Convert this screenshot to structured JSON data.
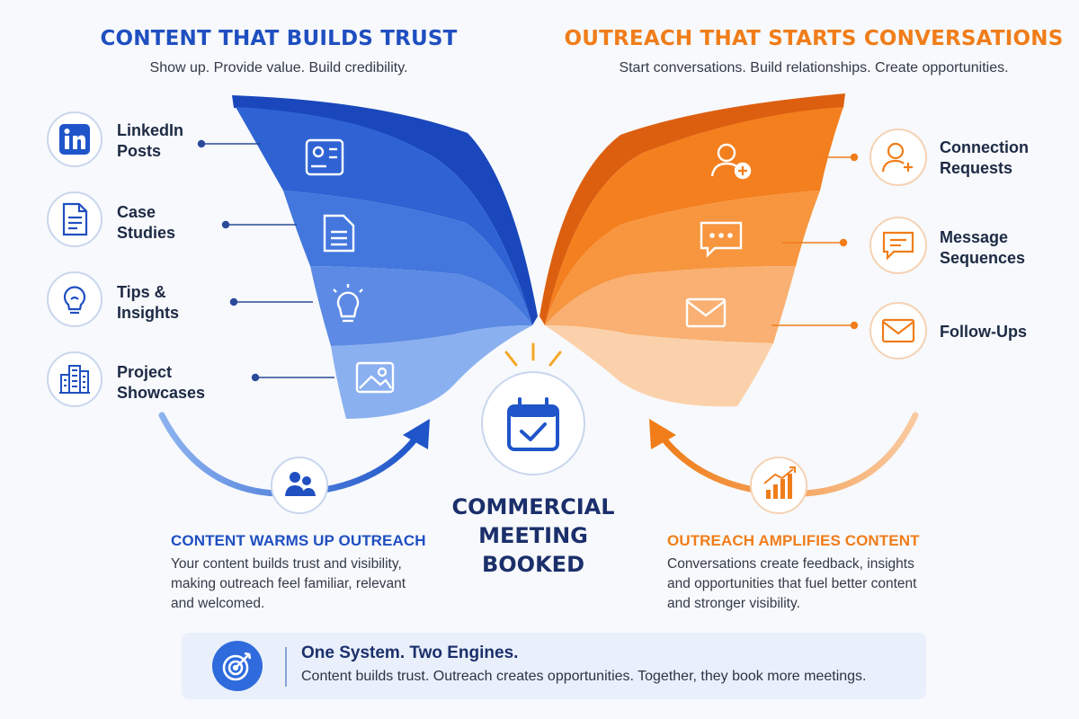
{
  "left": {
    "title": "CONTENT THAT BUILDS TRUST",
    "subtitle": "Show up. Provide value. Build credibility.",
    "items": [
      {
        "line1": "LinkedIn",
        "line2": "Posts",
        "icon": "linkedin-icon"
      },
      {
        "line1": "Case",
        "line2": "Studies",
        "icon": "document-icon"
      },
      {
        "line1": "Tips &",
        "line2": "Insights",
        "icon": "lightbulb-icon"
      },
      {
        "line1": "Project",
        "line2": "Showcases",
        "icon": "building-icon"
      }
    ],
    "caption_title": "CONTENT WARMS UP OUTREACH",
    "caption_lines": [
      "Your content builds trust and visibility,",
      "making outreach feel familiar, relevant",
      "and welcomed."
    ]
  },
  "right": {
    "title": "OUTREACH THAT STARTS CONVERSATIONS",
    "subtitle": "Start conversations. Build relationships. Create opportunities.",
    "items": [
      {
        "line1": "Connection",
        "line2": "Requests",
        "icon": "add-user-icon"
      },
      {
        "line1": "Message",
        "line2": "Sequences",
        "icon": "chat-icon"
      },
      {
        "line1": "Follow-Ups",
        "line2": "",
        "icon": "envelope-icon"
      }
    ],
    "caption_title": "OUTREACH AMPLIFIES CONTENT",
    "caption_lines": [
      "Conversations create feedback, insights",
      "and opportunities that fuel better content",
      "and stronger visibility."
    ]
  },
  "center": {
    "lines": [
      "COMMERCIAL",
      "MEETING",
      "BOOKED"
    ],
    "icon": "calendar-check-icon"
  },
  "banner": {
    "title": "One System. Two Engines.",
    "body": "Content builds trust. Outreach creates opportunities. Together, they book more meetings.",
    "icon": "target-icon"
  },
  "colors": {
    "blue": "#1f4fc0",
    "orange": "#f07d1a",
    "navy": "#1b2f6b"
  }
}
